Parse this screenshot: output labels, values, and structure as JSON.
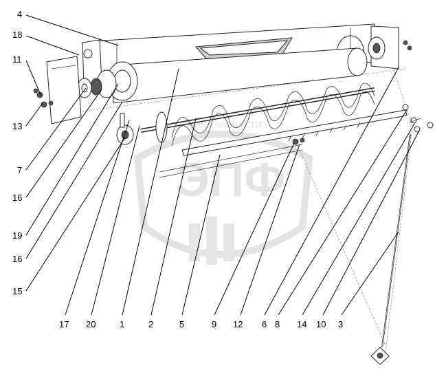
{
  "drawing": {
    "watermark_text": "ЭПФ",
    "watermark_sub": "ТЕХНИКА ЗАПЧАСТИ"
  },
  "callouts": {
    "c4": "4",
    "c18": "18",
    "c11": "11",
    "c13": "13",
    "c7": "7",
    "c16a": "16",
    "c19": "19",
    "c16b": "16",
    "c15": "15",
    "c17": "17",
    "c20": "20",
    "c1": "1",
    "c2": "2",
    "c5": "5",
    "c9": "9",
    "c12": "12",
    "c6": "6",
    "c8": "8",
    "c14": "14",
    "c10": "10",
    "c3": "3"
  }
}
